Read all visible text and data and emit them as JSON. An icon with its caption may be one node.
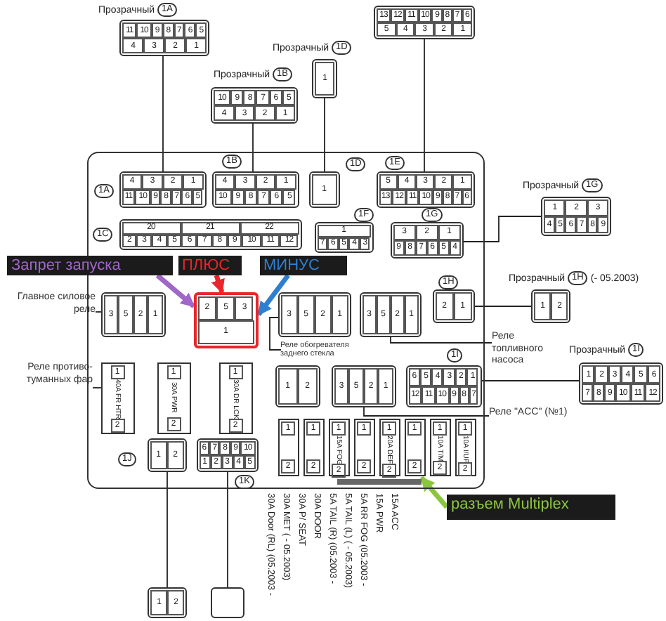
{
  "diagram": {
    "nodes": [
      {
        "text": [],
        "shape": "box"
      },
      {
        "text": [
          "4",
          "3",
          "2",
          "1",
          "11",
          "10",
          "9",
          "8",
          "7",
          "6",
          "5"
        ],
        "beside": [
          "1A"
        ],
        "in": 0
      },
      {
        "text": [
          "4",
          "3",
          "2",
          "1",
          "10",
          "9",
          "8",
          "7",
          "6",
          "5"
        ],
        "beside": [
          "1B"
        ],
        "in": 0
      },
      {
        "text": [
          "1"
        ],
        "beside": [
          "1D"
        ],
        "in": 0
      },
      {
        "text": [
          "5",
          "4",
          "3",
          "2",
          "1",
          "13",
          "12",
          "11",
          "10",
          "9",
          "8",
          "7",
          "6"
        ],
        "beside": [
          "1E"
        ],
        "in": 0
      },
      {
        "text": [
          "20",
          "21",
          "22",
          "2",
          "3",
          "4",
          "5",
          "6",
          "7",
          "8",
          "9",
          "10",
          "11",
          "12"
        ],
        "beside": [
          "1C"
        ],
        "in": 0
      },
      {
        "text": [
          "1",
          "7",
          "6",
          "5",
          "4",
          "3"
        ],
        "beside": [
          "1F"
        ],
        "in": 0
      },
      {
        "text": [
          "3",
          "2",
          "1",
          "9",
          "8",
          "7",
          "6",
          "5",
          "4"
        ],
        "beside": [
          "1G"
        ],
        "in": 0
      },
      {
        "text": [
          "3",
          "5",
          "2",
          "1"
        ],
        "in": 0
      },
      {
        "text": [
          "2",
          "5",
          "3",
          "1"
        ],
        "in": 0
      },
      {
        "text": [
          "3",
          "5",
          "2",
          "1"
        ],
        "in": 0
      },
      {
        "text": [
          "3",
          "5",
          "2",
          "1"
        ],
        "in": 0
      },
      {
        "text": [
          "2",
          "1"
        ],
        "beside": [
          "1H"
        ],
        "in": 0
      },
      {
        "text": [
          "1",
          "40A FR HTR",
          "2"
        ],
        "in": 0
      },
      {
        "text": [
          "1",
          "30A PWR",
          "2"
        ],
        "in": 0
      },
      {
        "text": [
          "1",
          "30A DR LCK",
          "2"
        ],
        "in": 0
      },
      {
        "text": [
          "3",
          "5",
          "2",
          "1"
        ],
        "in": 0
      },
      {
        "text": [
          "6",
          "5",
          "4",
          "3",
          "2",
          "1",
          "12",
          "11",
          "10",
          "9",
          "8",
          "7"
        ],
        "beside": [
          "1I"
        ],
        "in": 0
      },
      {
        "text": [
          "1",
          "2"
        ],
        "in": 0
      },
      {
        "text": [
          "1",
          "2"
        ],
        "beside": [
          "1J"
        ],
        "in": 0
      },
      {
        "text": [
          "6",
          "7",
          "8",
          "9",
          "10",
          "1",
          "2",
          "3",
          "4",
          "5"
        ],
        "beside": [
          "1K"
        ],
        "in": 0
      },
      {
        "text": [
          "1",
          "2"
        ],
        "in": 0
      },
      {
        "text": [
          "1",
          "2"
        ],
        "in": 0
      },
      {
        "text": [
          "1",
          "15A FOG",
          "2"
        ],
        "in": 0
      },
      {
        "text": [
          "1",
          "2"
        ],
        "in": 0
      },
      {
        "text": [
          "1",
          "20A DEF",
          "2"
        ],
        "in": 0
      },
      {
        "text": [
          "1",
          "2"
        ],
        "in": 0
      },
      {
        "text": [
          "1",
          "10A T/M",
          "2"
        ],
        "in": 0
      },
      {
        "text": [
          "1",
          "10A I/UP",
          "2"
        ],
        "in": 0
      },
      {
        "text": [],
        "shape": "bar",
        "in": 0
      },
      {
        "text": [
          "11",
          "10",
          "9",
          "8",
          "7",
          "6",
          "5",
          "4",
          "3",
          "2",
          "1"
        ],
        "beside": [
          "Прозрачный",
          "1A"
        ]
      },
      {
        "text": [
          "10",
          "9",
          "8",
          "7",
          "6",
          "5",
          "4",
          "3",
          "2",
          "1"
        ],
        "beside": [
          "Прозрачный",
          "1B"
        ]
      },
      {
        "text": [
          "1"
        ],
        "beside": [
          "Прозрачный",
          "1D"
        ]
      },
      {
        "text": [
          "13",
          "12",
          "11",
          "10",
          "9",
          "8",
          "7",
          "6",
          "5",
          "4",
          "3",
          "2",
          "1"
        ]
      },
      {
        "text": [
          "1",
          "2",
          "3",
          "4",
          "5",
          "6",
          "7",
          "8",
          "9"
        ],
        "beside": [
          "Прозрачный",
          "1G"
        ]
      },
      {
        "text": [
          "1",
          "2"
        ],
        "beside": [
          "Прозрачный",
          "1H",
          "(- 05.2003)"
        ]
      },
      {
        "text": [
          "1",
          "2",
          "3",
          "4",
          "5",
          "6",
          "7",
          "8",
          "9",
          "10",
          "11",
          "12"
        ],
        "beside": [
          "Прозрачный",
          "1I"
        ]
      },
      {
        "text": [
          "1",
          "2"
        ]
      },
      {
        "text": [],
        "shape": "box"
      },
      {
        "text": [
          "Запрет запуска"
        ]
      },
      {
        "text": [
          "ПЛЮС"
        ],
        "in": 0
      },
      {
        "text": [
          "МИНУС"
        ],
        "in": 0
      },
      {
        "text": [
          "разъем Multiplex"
        ]
      },
      {
        "text": [
          "Главное силовое реле"
        ]
      },
      {
        "text": [
          "Реле противо-туманных фар"
        ]
      },
      {
        "text": [
          "Реле обогревателя заднего стекла"
        ],
        "in": 0
      },
      {
        "text": [
          "Реле топливного насоса"
        ]
      },
      {
        "text": [
          "Реле \"ACC\" (№1)"
        ]
      }
    ],
    "edges": [
      {
        "from": 30,
        "to": 1,
        "arrow": "none"
      },
      {
        "from": 31,
        "to": 2,
        "arrow": "none"
      },
      {
        "from": 32,
        "to": 3,
        "arrow": "none"
      },
      {
        "from": 33,
        "to": 4,
        "arrow": "none"
      },
      {
        "from": 34,
        "to": 7,
        "arrow": "none"
      },
      {
        "from": 35,
        "to": 12,
        "arrow": "none"
      },
      {
        "from": 36,
        "to": 17,
        "arrow": "none"
      },
      {
        "from": 37,
        "to": 19,
        "arrow": "none"
      },
      {
        "from": 38,
        "to": 20,
        "arrow": "none"
      },
      {
        "from": 39,
        "to": 9,
        "arrow": "to",
        "style": "thick",
        "color": "#a066c8"
      },
      {
        "from": 40,
        "to": 9,
        "arrow": "to",
        "style": "thick",
        "color": "#e8262b"
      },
      {
        "from": 41,
        "to": 9,
        "arrow": "to",
        "style": "thick",
        "color": "#2f7fd1"
      },
      {
        "from": 42,
        "to": 29,
        "arrow": "to",
        "style": "thick",
        "color": "#8cc63f"
      },
      {
        "from": 43,
        "to": 8,
        "arrow": "none"
      },
      {
        "from": 44,
        "to": 13,
        "arrow": "none"
      },
      {
        "from": 45,
        "to": 10,
        "arrow": "none"
      },
      {
        "from": 46,
        "to": 11,
        "arrow": "none"
      },
      {
        "from": 47,
        "to": 16,
        "arrow": "none"
      }
    ],
    "labels": [
      "30A Door (RL) (05.2003 -",
      "30A MET ( - 05.2003)",
      "30A P/ SEAT",
      "30A DOOR",
      "5A TAIL (R) (05.2003 -",
      "5A TAIL (L) ( - 05.2003)",
      "5A RR FOG (05.2003 -",
      "15A PWR",
      "15A ACC"
    ]
  }
}
